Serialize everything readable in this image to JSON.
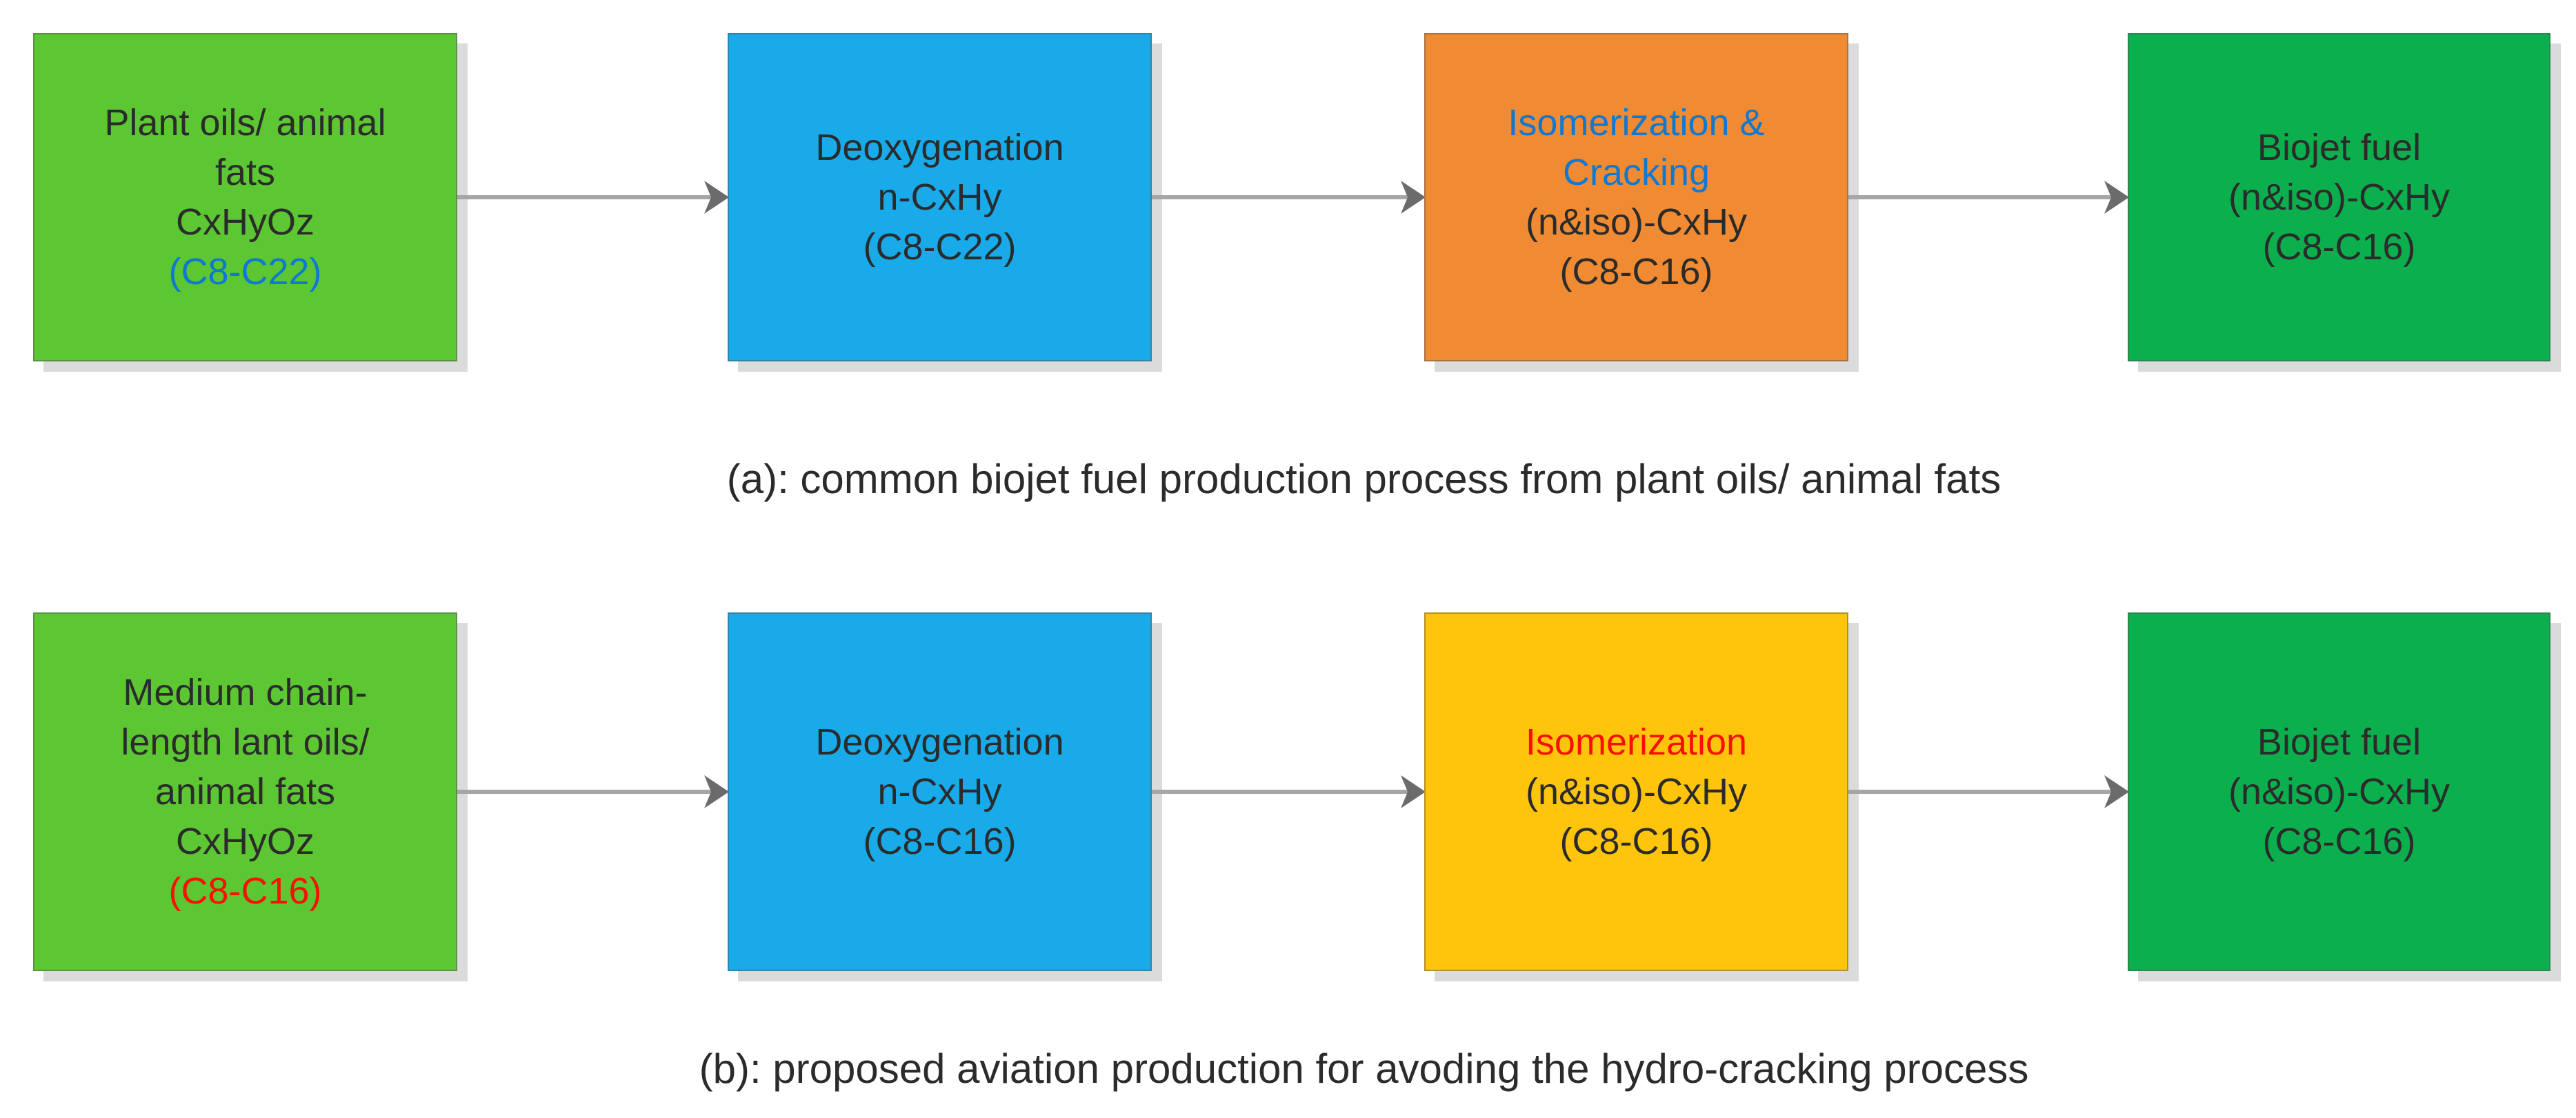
{
  "figure": {
    "description_a": "common biojet fuel production process",
    "description_b": "proposed aviation production process"
  },
  "colors": {
    "background": "#FFFFFF",
    "box_feedstock_green": "#5CC732",
    "box_deoxygenation_blue": "#18AAE9",
    "box_isomerization_cracking_orange": "#F08B33",
    "box_isomerization_yellow": "#FFC40C",
    "box_biojet_green": "#0CAF4E",
    "text_dark": "#2B2B2B",
    "text_blue": "#0E78D2",
    "text_red": "#FA0F00",
    "arrow_line_gray": "#A6A6A6",
    "arrow_head_gray": "#6B6B6B",
    "box_shadow_gray": "#DBDBDB"
  },
  "rows": [
    {
      "id": "a",
      "caption": "(a): common biojet fuel production process from plant oils/ animal fats",
      "boxes": [
        {
          "name": "feedstock",
          "lines": [
            {
              "text": "Plant oils/ animal",
              "color": "dark"
            },
            {
              "text": "fats",
              "color": "dark"
            },
            {
              "text": "CxHyOz",
              "color": "dark"
            },
            {
              "text": "(C8-C22)",
              "color": "blue"
            }
          ]
        },
        {
          "name": "deoxygenation",
          "lines": [
            {
              "text": "Deoxygenation",
              "color": "dark"
            },
            {
              "text": "n-CxHy",
              "color": "dark"
            },
            {
              "text": "(C8-C22)",
              "color": "dark"
            }
          ]
        },
        {
          "name": "isomerization-cracking",
          "lines": [
            {
              "text": "Isomerization &",
              "color": "blue"
            },
            {
              "text": "Cracking",
              "color": "blue"
            },
            {
              "text": "(n&iso)-CxHy",
              "color": "dark"
            },
            {
              "text": "(C8-C16)",
              "color": "dark"
            }
          ]
        },
        {
          "name": "biojet-fuel",
          "lines": [
            {
              "text": "Biojet fuel",
              "color": "dark"
            },
            {
              "text": "(n&iso)-CxHy",
              "color": "dark"
            },
            {
              "text": "(C8-C16)",
              "color": "dark"
            }
          ]
        }
      ]
    },
    {
      "id": "b",
      "caption": "(b): proposed aviation production for avoding the hydro-cracking process",
      "boxes": [
        {
          "name": "feedstock",
          "lines": [
            {
              "text": "Medium chain-",
              "color": "dark"
            },
            {
              "text": "length lant oils/",
              "color": "dark"
            },
            {
              "text": "animal fats",
              "color": "dark"
            },
            {
              "text": "CxHyOz",
              "color": "dark"
            },
            {
              "text": "(C8-C16)",
              "color": "red"
            }
          ]
        },
        {
          "name": "deoxygenation",
          "lines": [
            {
              "text": "Deoxygenation",
              "color": "dark"
            },
            {
              "text": "n-CxHy",
              "color": "dark"
            },
            {
              "text": "(C8-C16)",
              "color": "dark"
            }
          ]
        },
        {
          "name": "isomerization",
          "lines": [
            {
              "text": "Isomerization",
              "color": "red"
            },
            {
              "text": "(n&iso)-CxHy",
              "color": "dark"
            },
            {
              "text": "(C8-C16)",
              "color": "dark"
            }
          ]
        },
        {
          "name": "biojet-fuel",
          "lines": [
            {
              "text": "Biojet fuel",
              "color": "dark"
            },
            {
              "text": "(n&iso)-CxHy",
              "color": "dark"
            },
            {
              "text": "(C8-C16)",
              "color": "dark"
            }
          ]
        }
      ]
    }
  ]
}
